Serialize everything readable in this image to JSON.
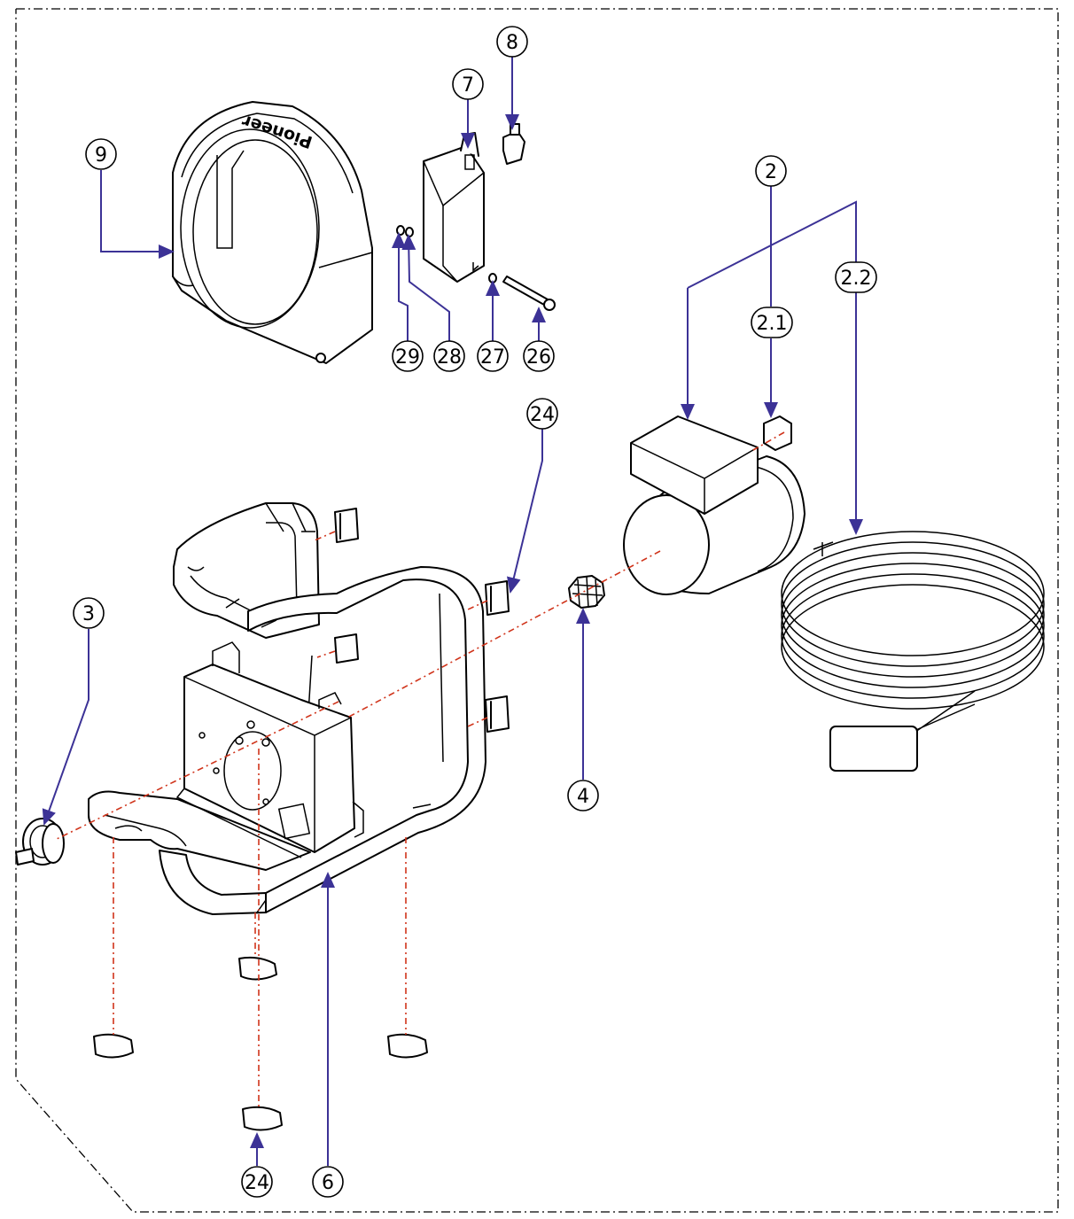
{
  "diagram": {
    "brand_mark": "Pioneer",
    "callouts": [
      {
        "id": "2",
        "label": "2"
      },
      {
        "id": "2.1",
        "label": "2.1"
      },
      {
        "id": "2.2",
        "label": "2.2"
      },
      {
        "id": "3",
        "label": "3"
      },
      {
        "id": "4",
        "label": "4"
      },
      {
        "id": "6",
        "label": "6"
      },
      {
        "id": "7",
        "label": "7"
      },
      {
        "id": "8",
        "label": "8"
      },
      {
        "id": "9",
        "label": "9"
      },
      {
        "id": "24a",
        "label": "24"
      },
      {
        "id": "24b",
        "label": "24"
      },
      {
        "id": "26",
        "label": "26"
      },
      {
        "id": "27",
        "label": "27"
      },
      {
        "id": "28",
        "label": "28"
      },
      {
        "id": "29",
        "label": "29"
      }
    ],
    "colors": {
      "leader_line": "#3c3296",
      "axis_line": "#d0341b",
      "outline": "#000000"
    }
  }
}
